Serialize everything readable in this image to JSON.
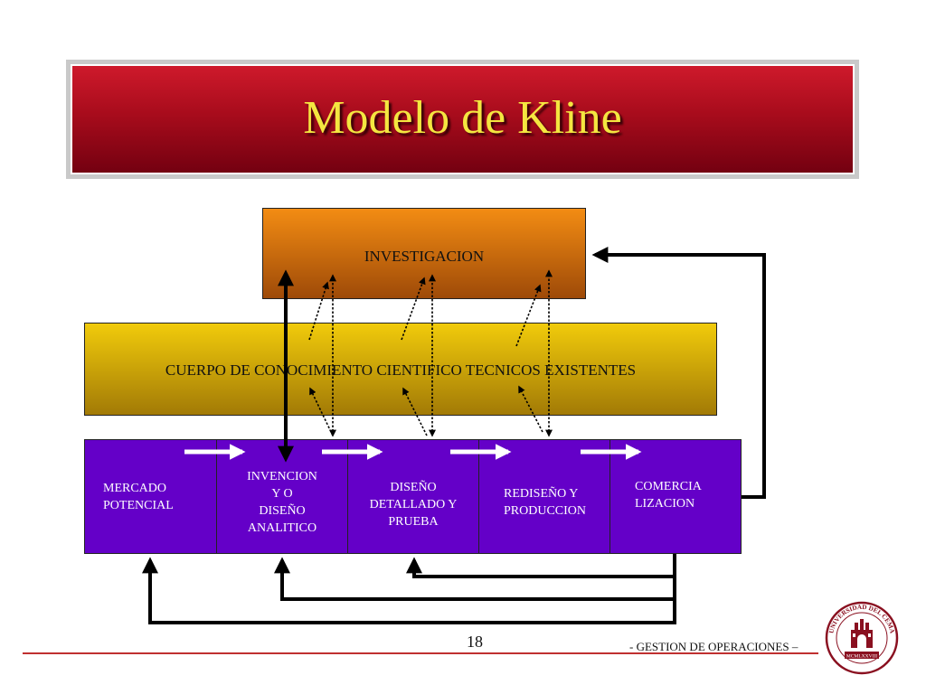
{
  "slide": {
    "title": "Modelo de Kline",
    "page_number": "18",
    "footer": "- GESTION DE OPERACIONES –"
  },
  "diagram": {
    "investigacion": "INVESTIGACION",
    "cuerpo": "CUERPO DE CONOCIMIENTO CIENTIFICO TECNICOS EXISTENTES",
    "stages": [
      {
        "lines": [
          "MERCADO",
          "POTENCIAL"
        ]
      },
      {
        "lines": [
          "INVENCION",
          "Y O",
          "DISEÑO",
          "ANALITICO"
        ]
      },
      {
        "lines": [
          "DISEÑO",
          "DETALLADO Y",
          "PRUEBA"
        ]
      },
      {
        "lines": [
          "REDISEÑO Y",
          "PRODUCCION"
        ]
      },
      {
        "lines": [
          "COMERCIA",
          "LIZACION"
        ]
      }
    ]
  },
  "colors": {
    "title_banner": "#a80c1c",
    "title_text": "#f4e640",
    "investigacion": "#f38c13",
    "cuerpo": "#f1cb0b",
    "stages": "#6400c8"
  },
  "logo": {
    "ring_text": "UNIVERSIDAD DEL CEMA",
    "year": "MCMLXXVIII",
    "icon": "university-seal-icon"
  }
}
